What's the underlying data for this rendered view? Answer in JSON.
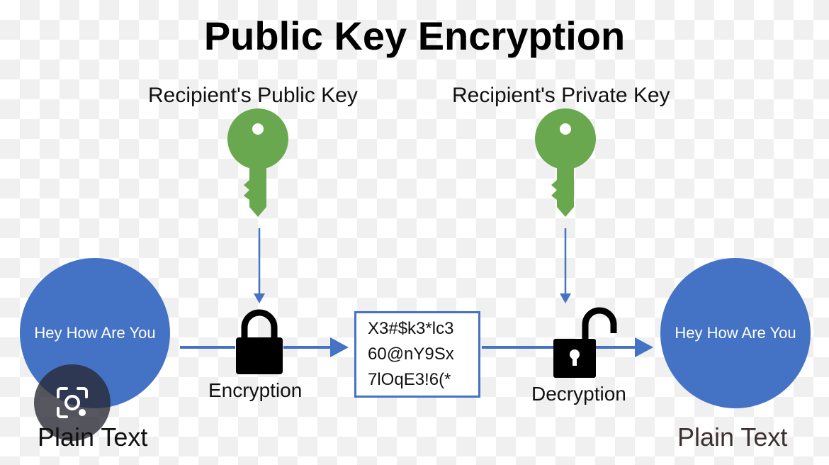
{
  "title": "Public Key Encryption",
  "public_key_label": "Recipient's Public Key",
  "private_key_label": "Recipient's Private Key",
  "plaintext_left": "Hey How Are You",
  "plaintext_right": "Hey How Are You",
  "encryption_label": "Encryption",
  "decryption_label": "Decryption",
  "ciphertext_lines": [
    "X3#$k3*lc3",
    "60@nY9Sx",
    "7lOqE3!6(*"
  ],
  "plain_text_left_label": "Plain Text",
  "plain_text_right_label": "Plain Text",
  "colors": {
    "key_green": "#6aa84f",
    "arrow_blue": "#4472c4",
    "circle_blue": "#4472c4",
    "lock_black": "#000000"
  },
  "icons": {
    "public_key": "key-icon",
    "private_key": "key-icon",
    "encryption": "lock-closed-icon",
    "decryption": "lock-open-icon",
    "lens": "camera-lens-icon"
  }
}
